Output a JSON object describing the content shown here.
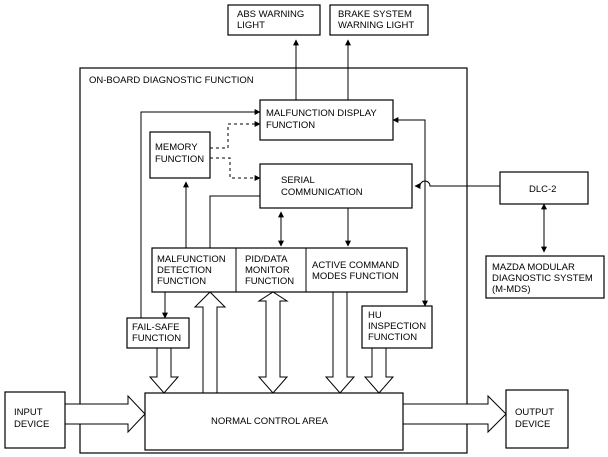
{
  "labels": {
    "abs_warning": [
      "ABS WARNING",
      "LIGHT"
    ],
    "brake_warning": [
      "BRAKE SYSTEM",
      "WARNING LIGHT"
    ],
    "obd_function": [
      "ON-BOARD DIAGNOSTIC FUNCTION"
    ],
    "malfunction_display": [
      "MALFUNCTION DISPLAY",
      "FUNCTION"
    ],
    "memory": [
      "MEMORY",
      "FUNCTION"
    ],
    "serial_comm": [
      "SERIAL",
      "COMMUNICATION"
    ],
    "dlc2": [
      "DLC-2"
    ],
    "mazda_mds": [
      "MAZDA MODULAR",
      "DIAGNOSTIC SYSTEM",
      "(M-MDS)"
    ],
    "malfunction_detection": [
      "MALFUNCTION",
      "DETECTION",
      "FUNCTION"
    ],
    "pid_data": [
      "PID/DATA",
      "MONITOR",
      "FUNCTION"
    ],
    "active_command": [
      "ACTIVE COMMAND",
      "MODES FUNCTION"
    ],
    "fail_safe": [
      "FAIL-SAFE",
      "FUNCTION"
    ],
    "hu_inspection": [
      "HU",
      "INSPECTION",
      "FUNCTION"
    ],
    "input_device": [
      "INPUT",
      "DEVICE"
    ],
    "normal_control": [
      "NORMAL CONTROL AREA"
    ],
    "output_device": [
      "OUTPUT",
      "DEVICE"
    ]
  }
}
